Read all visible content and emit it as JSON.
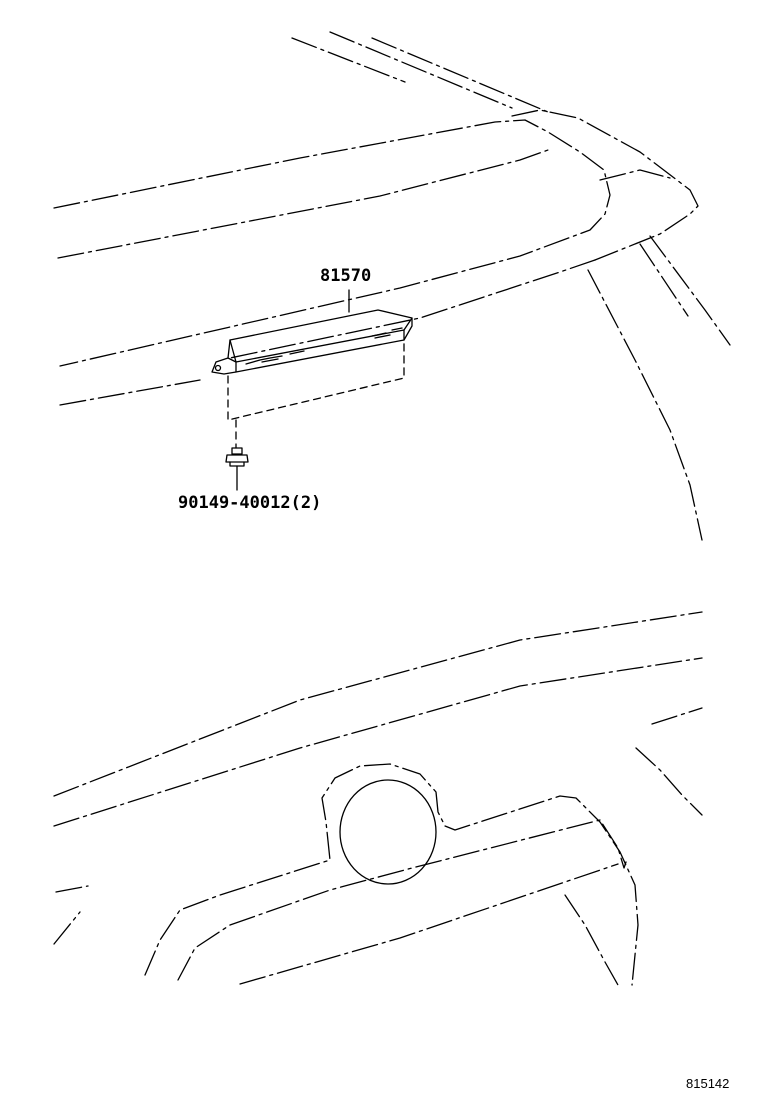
{
  "parts": [
    {
      "part_number": "81570"
    },
    {
      "part_number": "90149-40012",
      "quantity": "(2)"
    }
  ],
  "figure_id": "815142"
}
